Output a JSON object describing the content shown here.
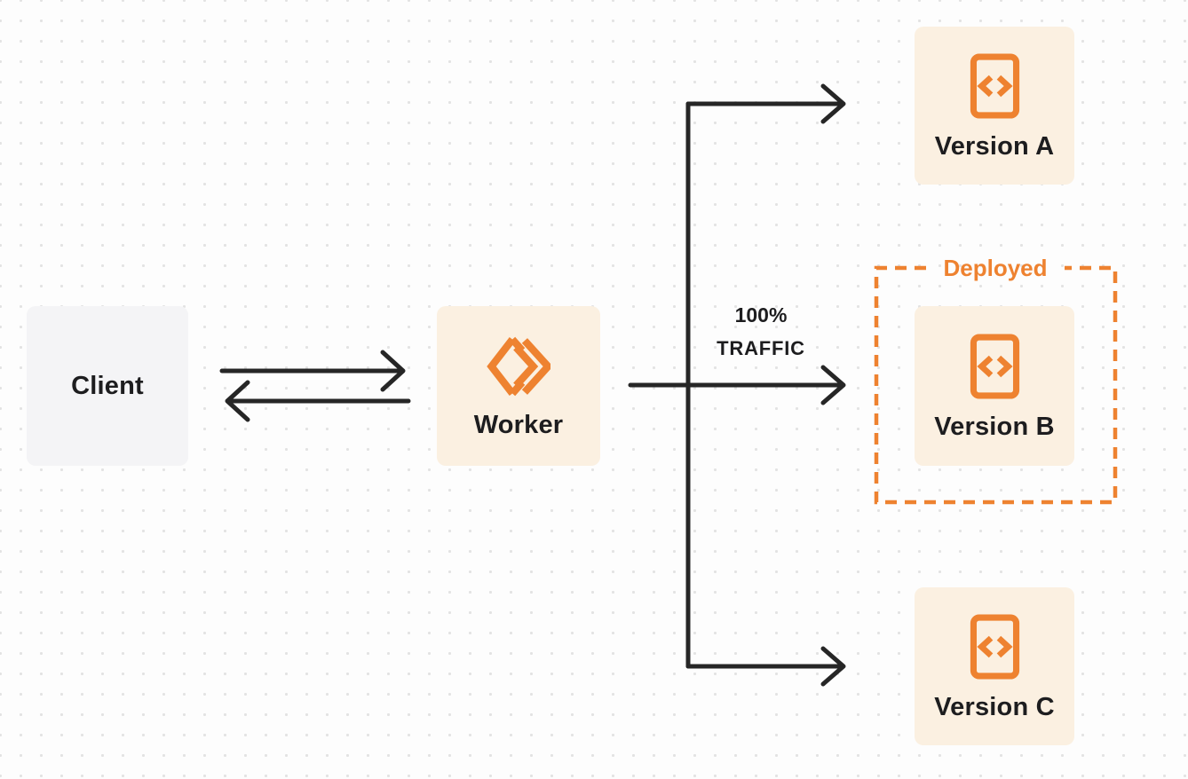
{
  "theme": {
    "page_bg": "#FDFDFD",
    "dot_color": "#E3E3E3",
    "accent_orange": "#EE8230",
    "node_orange_bg": "#FBF0E1",
    "node_gray_bg": "#F4F4F6",
    "line_color": "#262626",
    "text_color": "#1D1D1F"
  },
  "nodes": {
    "client": {
      "label": "Client"
    },
    "worker": {
      "label": "Worker",
      "icon": "workers-logo-icon"
    },
    "versions": [
      {
        "label": "Version A",
        "icon": "code-file-icon"
      },
      {
        "label": "Version B",
        "icon": "code-file-icon",
        "deployed": true
      },
      {
        "label": "Version C",
        "icon": "code-file-icon"
      }
    ]
  },
  "traffic": {
    "percent": "100%",
    "caption": "TRAFFIC"
  },
  "deployed": {
    "label": "Deployed"
  }
}
